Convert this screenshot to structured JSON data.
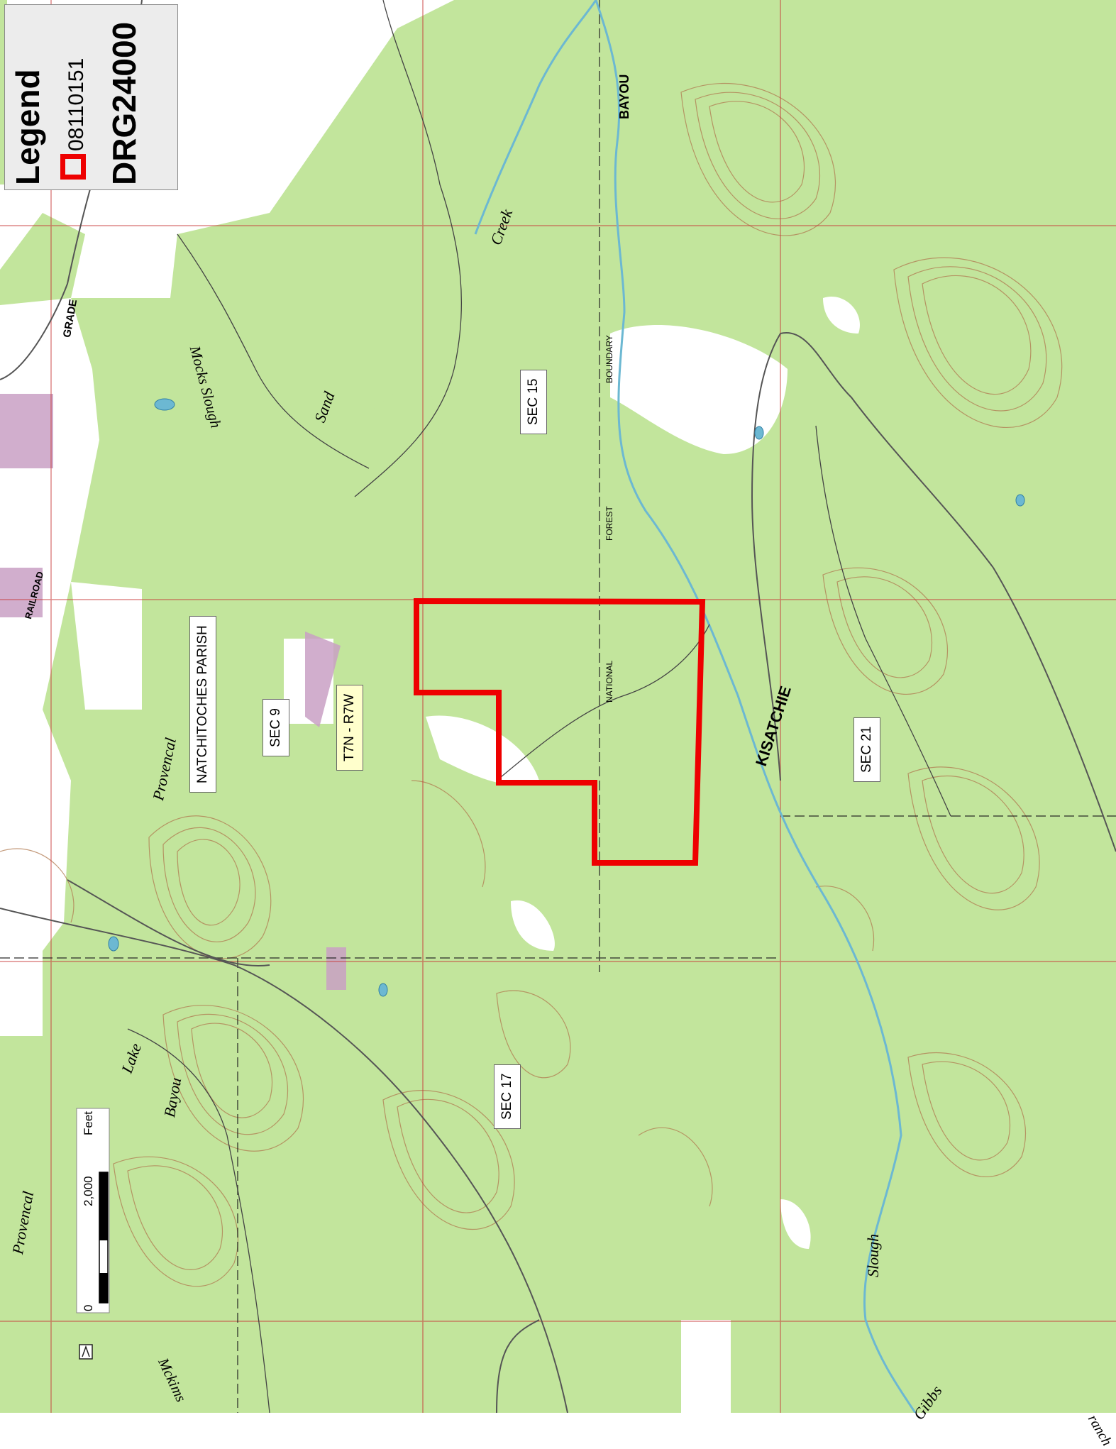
{
  "legend": {
    "title": "Legend",
    "item_label": "08110151",
    "layer_name": "DRG24000",
    "swatch_color": "#ee0000"
  },
  "scale_bar": {
    "zero": "0",
    "value": "2,000",
    "unit": "Feet"
  },
  "labels": {
    "parish": "NATCHITOCHES PARISH",
    "township_range": "T7N - R7W",
    "sec9": "SEC 9",
    "sec15": "SEC 15",
    "sec17": "SEC 17",
    "sec21": "SEC 21"
  },
  "map_text": {
    "grade": "GRADE",
    "mocks_slough": "Mocks Slough",
    "sand": "Sand",
    "creek": "Creek",
    "bayou": "BAYOU",
    "boundary": "BOUNDARY",
    "forest": "FOREST",
    "national": "NATIONAL",
    "kisatchie": "KISATCHIE",
    "provencal": "Provencal",
    "provencal2": "Provencal",
    "lake": "Lake",
    "bayou2": "Bayou",
    "slough": "Slough",
    "gibbs": "Gibbs",
    "mckims": "Mckims",
    "railroad": "RAILROAD",
    "branch": "ranch"
  },
  "colors": {
    "forest": "#c2e59c",
    "open_land": "#ffffff",
    "boundary": "#ee0000",
    "water": "#6cb8d2",
    "contour": "#b07a50",
    "grid": "#c83838",
    "urban": "#c9a0c4"
  }
}
